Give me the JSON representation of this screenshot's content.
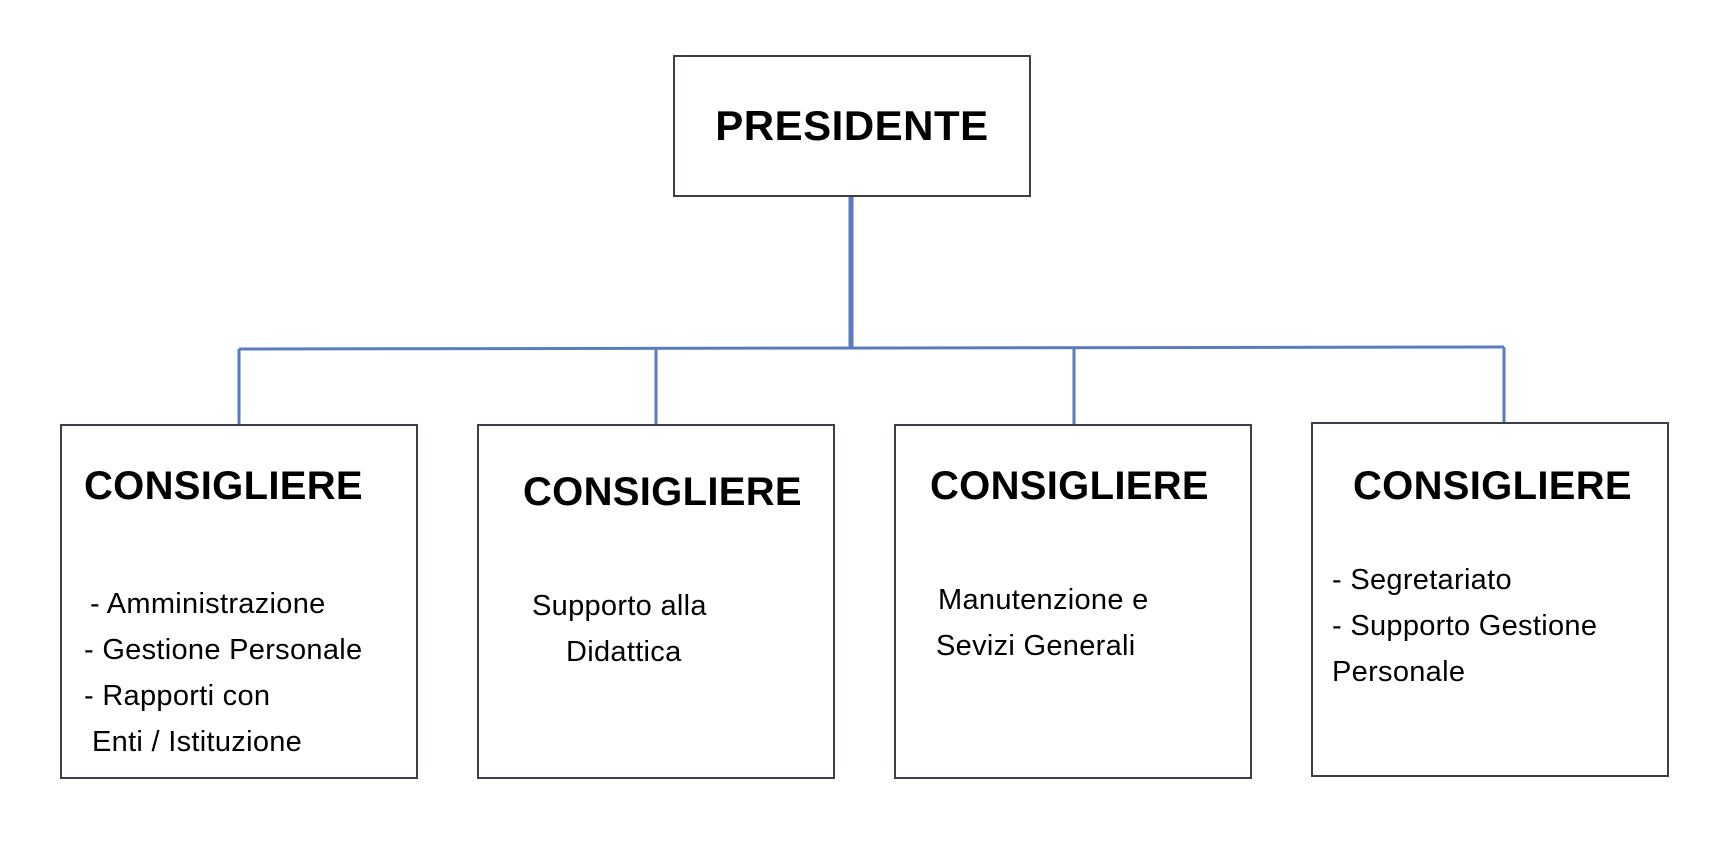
{
  "chart": {
    "top": {
      "title": "PRESIDENTE"
    },
    "children": [
      {
        "title": "CONSIGLIERE",
        "lines": [
          "- Amministrazione",
          "- Gestione Personale",
          "- Rapporti con",
          "Enti / Istituzione"
        ]
      },
      {
        "title": "CONSIGLIERE",
        "lines": [
          "Supporto alla",
          "Didattica"
        ]
      },
      {
        "title": "CONSIGLIERE",
        "lines": [
          "Manutenzione e",
          "Sevizi Generali"
        ]
      },
      {
        "title": "CONSIGLIERE",
        "lines": [
          "- Segretariato",
          "- Supporto Gestione",
          "Personale"
        ]
      }
    ]
  },
  "colors": {
    "connector": "#5b7bbf",
    "box_border": "#3a3f4a",
    "text": "#000000"
  }
}
